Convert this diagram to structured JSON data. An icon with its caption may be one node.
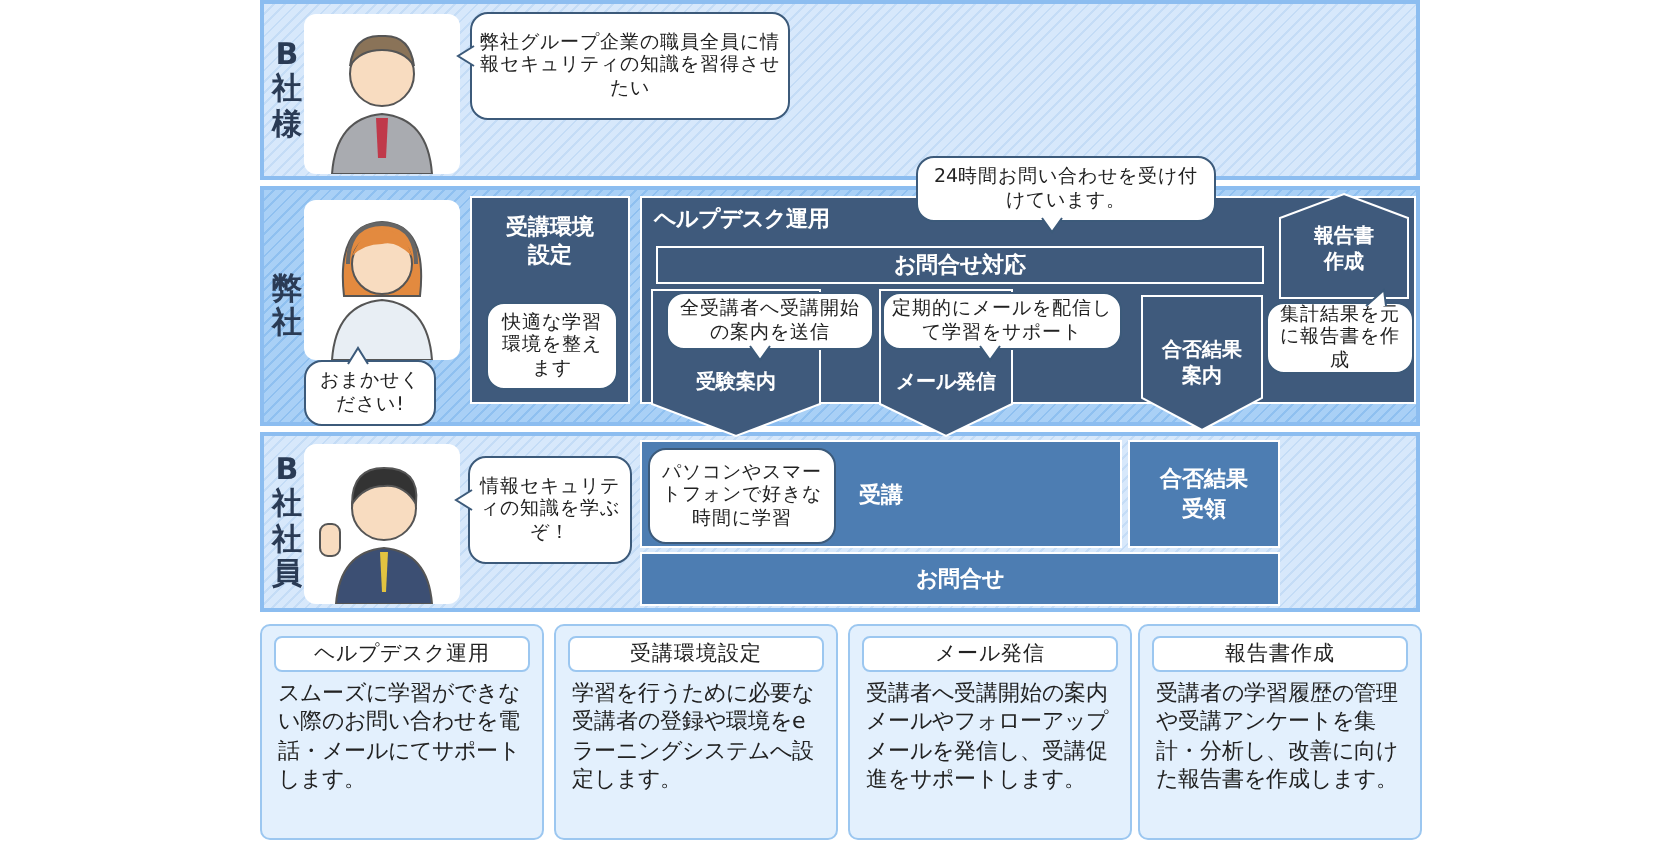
{
  "diagram": {
    "nodes": [
      {
        "text": [
          "B社様"
        ]
      },
      {
        "text": [],
        "shape": "picture",
        "in": 0
      },
      {
        "text": [
          "弊社グループ企業の職員全員に情報セキュリティの知識を習得させたい"
        ],
        "in": 0
      },
      {
        "text": [
          "弊社"
        ]
      },
      {
        "text": [],
        "shape": "picture",
        "in": 3
      },
      {
        "text": [
          "おまかせください!"
        ],
        "in": 3
      },
      {
        "text": [
          "受講環境設定"
        ],
        "in": 3
      },
      {
        "text": [
          "快適な学習環境を整えます"
        ],
        "in": 6
      },
      {
        "text": [
          "ヘルプデスク運用"
        ],
        "in": 3
      },
      {
        "text": [
          "お問合せ対応"
        ],
        "in": 8
      },
      {
        "text": [
          "24時間お問い合わせを受け付けています。"
        ]
      },
      {
        "text": [
          "報告書作成"
        ],
        "in": 8
      },
      {
        "text": [
          "受験案内"
        ]
      },
      {
        "text": [
          "全受講者へ受講開始の案内を送信"
        ],
        "in": 8
      },
      {
        "text": [
          "メール発信"
        ]
      },
      {
        "text": [
          "定期的にメールを配信して学習をサポート"
        ],
        "in": 8
      },
      {
        "text": [
          "合否結果案内"
        ],
        "in": 8
      },
      {
        "text": [
          "集計結果を元に報告書を作成"
        ],
        "in": 8
      },
      {
        "text": [
          "B社社員"
        ]
      },
      {
        "text": [],
        "shape": "picture",
        "in": 18
      },
      {
        "text": [
          "情報セキュリティの知識を学ぶぞ！"
        ],
        "in": 18
      },
      {
        "text": [
          "受講"
        ],
        "in": 18
      },
      {
        "text": [
          "パソコンやスマートフォンで好きな時間に学習"
        ],
        "in": 21
      },
      {
        "text": [
          "合否結果受領"
        ],
        "in": 18
      },
      {
        "text": [
          "お問合せ"
        ],
        "in": 18
      },
      {
        "text": [
          "ヘルプデスク運用",
          "スムーズに学習ができない際のお問い合わせを電話・メールにてサポートします。"
        ]
      },
      {
        "text": [
          "受講環境設定",
          "学習を行うために必要な受講者の登録や環境をeラーニングシステムへ設定します。"
        ]
      },
      {
        "text": [
          "メール発信",
          "受講者へ受講開始の案内メールやフォローアップメールを発信し、受講促進をサポートします。"
        ]
      },
      {
        "text": [
          "報告書作成",
          "受講者の学習履歴の管理や受講アンケートを集計・分析し、改善に向けた報告書を作成します。"
        ]
      }
    ]
  }
}
